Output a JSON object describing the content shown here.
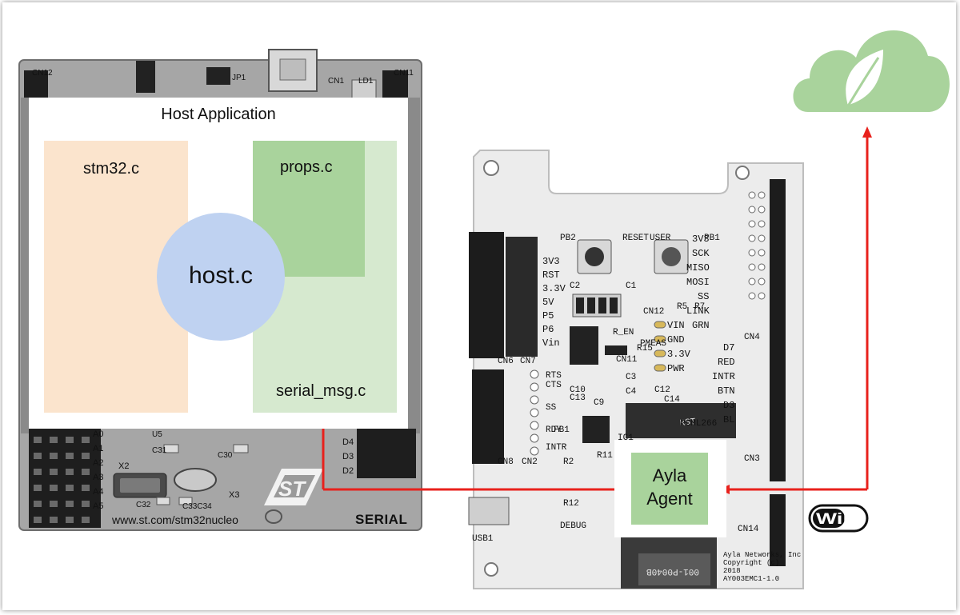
{
  "diagram": {
    "host_application": {
      "title": "Host Application",
      "blocks": {
        "stm32": "stm32.c",
        "props": "props.c",
        "host": "host.c",
        "serial_msg": "serial_msg.c"
      }
    },
    "agent": {
      "line1": "Ayla",
      "line2": "Agent"
    },
    "link_label": "SERIAL",
    "wifi_logo": "WiFi",
    "stm_board_text": {
      "url": "www.st.com/stm32nucleo",
      "cn12": "CN12",
      "cn11": "CN11",
      "cn1": "CN1",
      "ld1": "LD1",
      "jp1": "JP1",
      "x2": "X2",
      "x3": "X3",
      "c31": "C31",
      "c30": "C30",
      "c32": "C32",
      "c33c34": "C33C34",
      "u5": "U5",
      "a_pins": [
        "A0",
        "A1",
        "A2",
        "A3",
        "A4",
        "A5"
      ],
      "d_pins": [
        "D4",
        "D3",
        "D2"
      ]
    },
    "ayla_board_text": {
      "left_pins": [
        "3V3",
        "RST",
        "3.3V",
        "5V",
        "P5",
        "P6",
        "Vin"
      ],
      "right_pins": [
        "3V3",
        "SCK",
        "MISO",
        "MOSI",
        "SS",
        "LINK",
        "GRN"
      ],
      "d_pins": [
        "D7",
        "RED",
        "INTR",
        "BTN",
        "D3",
        "BL"
      ],
      "pwr_pins": [
        "VIN",
        "GND",
        "3.3V",
        "PWR"
      ],
      "labels": [
        "PB2",
        "RESET",
        "USER",
        "PB1",
        "CN12",
        "R_EN",
        "PMEAS",
        "CN11",
        "CN4",
        "CN3",
        "CN6",
        "CN7",
        "CN8",
        "CN2",
        "CN14",
        "USB1",
        "DEBUG",
        "R12",
        "PCML266",
        "RTS",
        "CTS",
        "SS",
        "RST",
        "RDY",
        "INTR",
        "C10",
        "C12",
        "C14",
        "C3",
        "C4",
        "C1",
        "C2",
        "C13",
        "C9",
        "FB1",
        "R2",
        "R11",
        "IC1",
        "R15",
        "R5",
        "R7"
      ],
      "footer_lines": [
        "Ayla Networks, Inc",
        "Copyright (c)",
        "2018",
        "AY003EMC1-1.0"
      ],
      "module_code": "001-P0040B"
    }
  }
}
